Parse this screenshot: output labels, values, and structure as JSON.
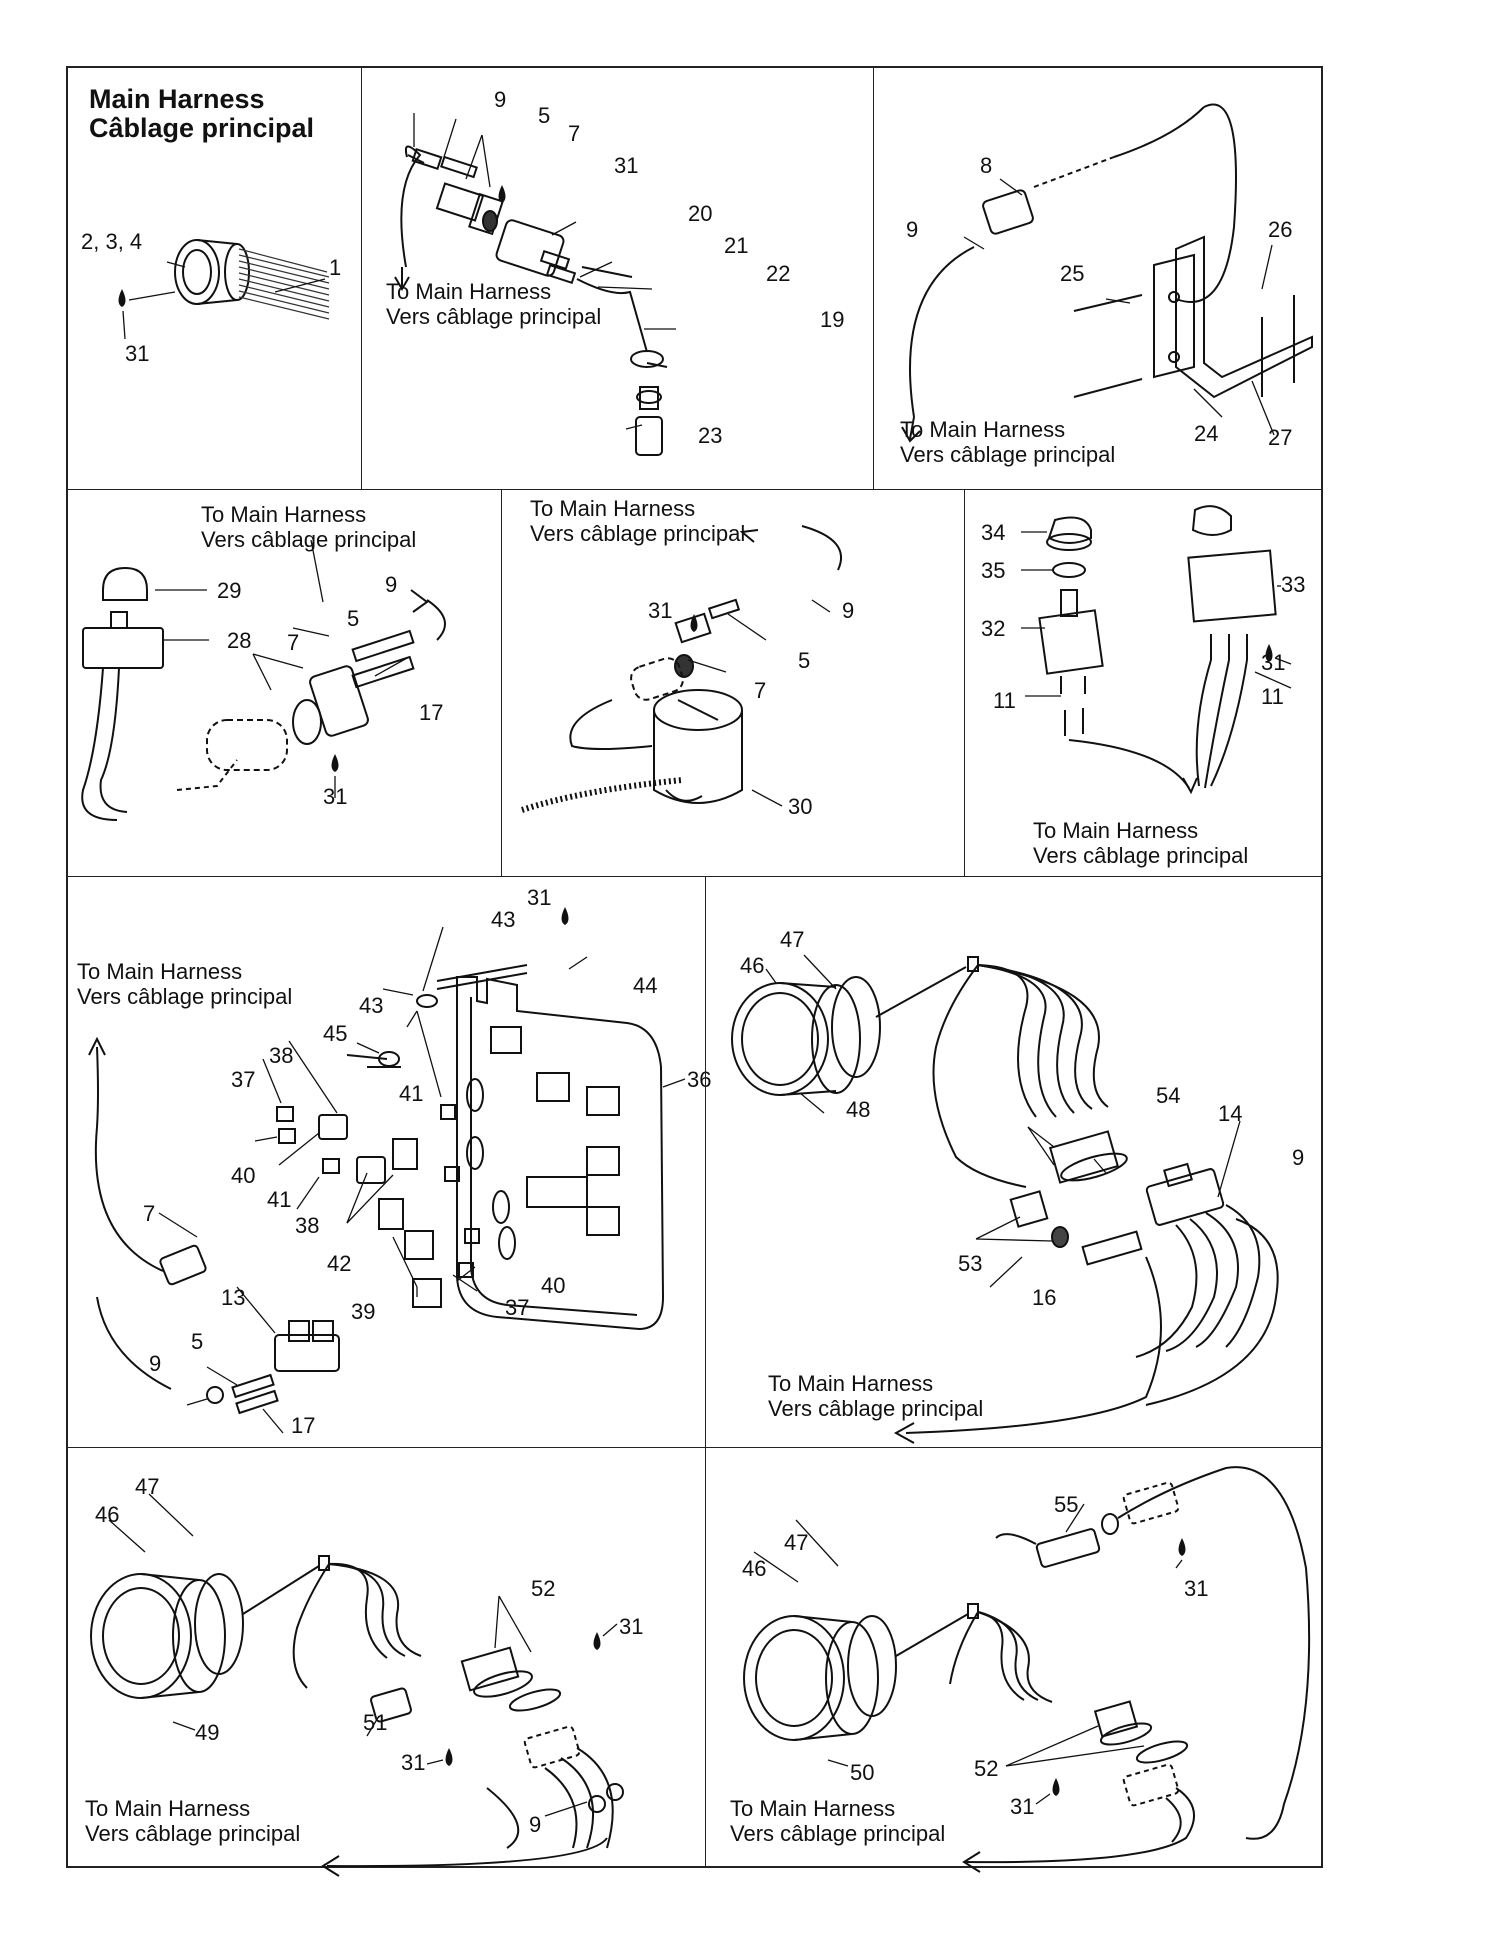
{
  "title": {
    "en": "Main Harness",
    "fr": "Câblage principal"
  },
  "caption": {
    "en": "To Main Harness",
    "fr": "Vers câblage principal"
  },
  "icons": {
    "drop": "oil-drop-icon",
    "arrow": "arrow-icon"
  },
  "panels": [
    {
      "id": "p1",
      "labels": [
        "2, 3, 4",
        "1",
        "31"
      ]
    },
    {
      "id": "p2",
      "labels": [
        "9",
        "5",
        "7",
        "31",
        "20",
        "21",
        "22",
        "19",
        "23"
      ]
    },
    {
      "id": "p3",
      "labels": [
        "8",
        "9",
        "26",
        "25",
        "24",
        "27"
      ]
    },
    {
      "id": "p4",
      "labels": [
        "29",
        "9",
        "28",
        "5",
        "7",
        "17",
        "31"
      ]
    },
    {
      "id": "p5",
      "labels": [
        "31",
        "9",
        "5",
        "7",
        "30"
      ]
    },
    {
      "id": "p6",
      "labels": [
        "34",
        "35",
        "33",
        "32",
        "31",
        "11",
        "11"
      ]
    },
    {
      "id": "p7",
      "labels": [
        "31",
        "43",
        "44",
        "43",
        "45",
        "36",
        "38",
        "37",
        "41",
        "40",
        "41",
        "38",
        "7",
        "42",
        "39",
        "37",
        "40",
        "13",
        "5",
        "9",
        "17"
      ]
    },
    {
      "id": "p8",
      "labels": [
        "47",
        "46",
        "48",
        "54",
        "14",
        "9",
        "53",
        "16"
      ]
    },
    {
      "id": "p9",
      "labels": [
        "47",
        "46",
        "52",
        "31",
        "49",
        "51",
        "31",
        "9"
      ]
    },
    {
      "id": "p10",
      "labels": [
        "55",
        "47",
        "46",
        "31",
        "50",
        "52",
        "31"
      ]
    }
  ]
}
